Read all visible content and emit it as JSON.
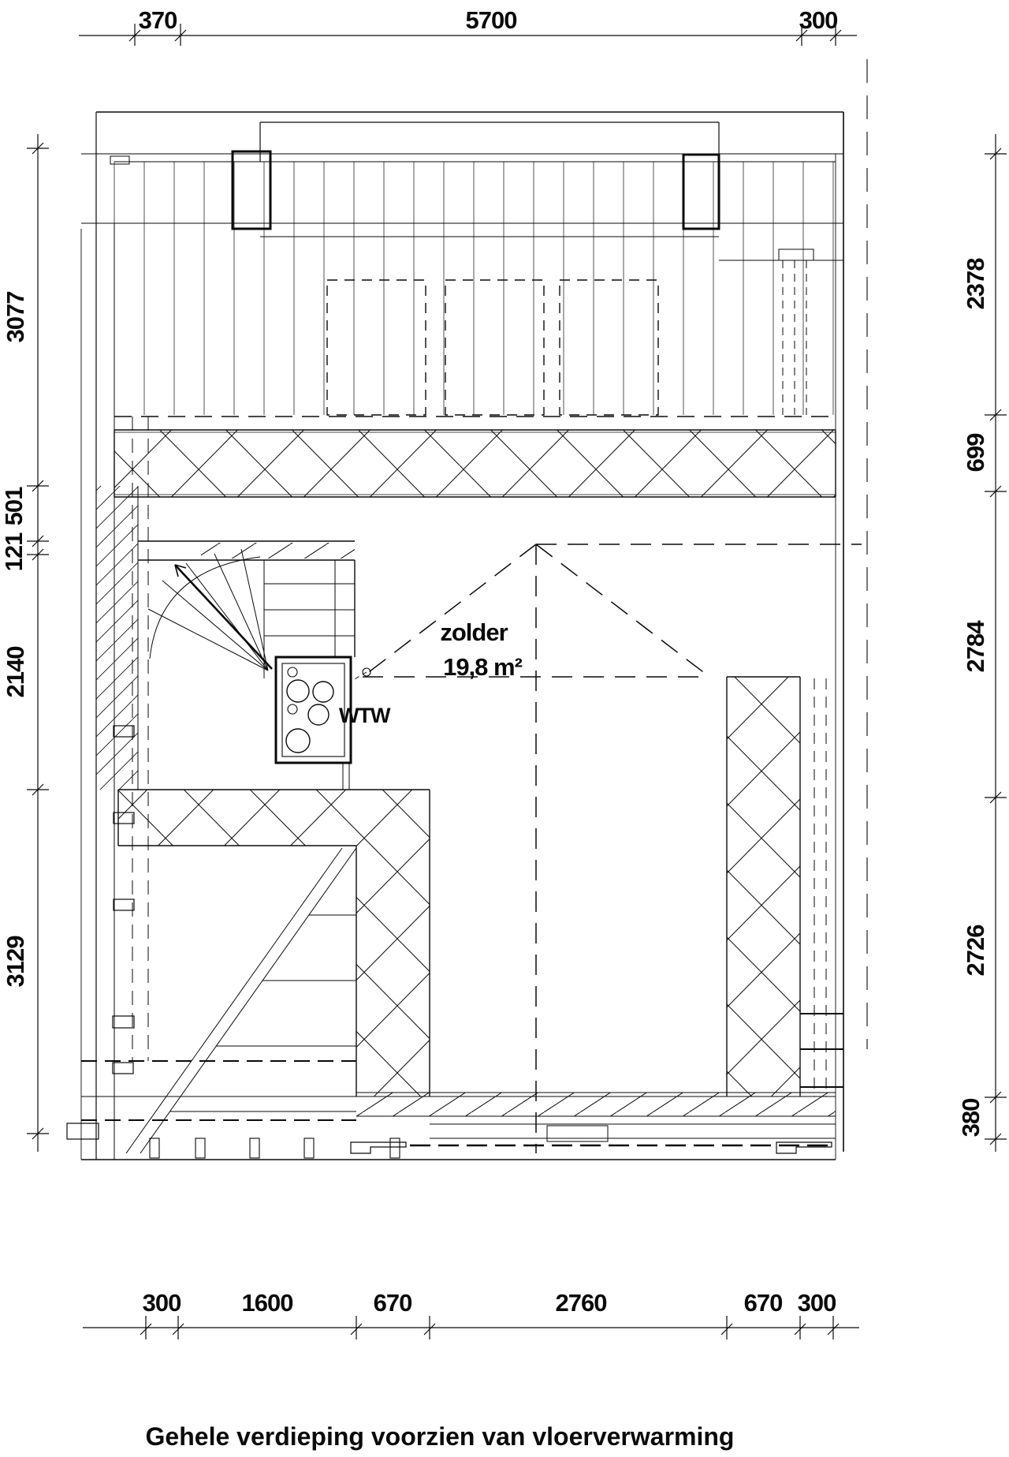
{
  "drawing": {
    "caption": "Gehele verdieping voorzien van vloerverwarming",
    "room": {
      "label": "zolder",
      "area": "19,8 m²"
    },
    "unit_label": "WTW",
    "line_color": "#0a0a0a",
    "dimensions": {
      "top": [
        "370",
        "5700",
        "300"
      ],
      "left": [
        "3077",
        "501",
        "121",
        "2140",
        "3129"
      ],
      "right": [
        "2378",
        "699",
        "2784",
        "2726",
        "380"
      ],
      "bottom": [
        "300",
        "1600",
        "670",
        "2760",
        "670",
        "300"
      ]
    }
  }
}
